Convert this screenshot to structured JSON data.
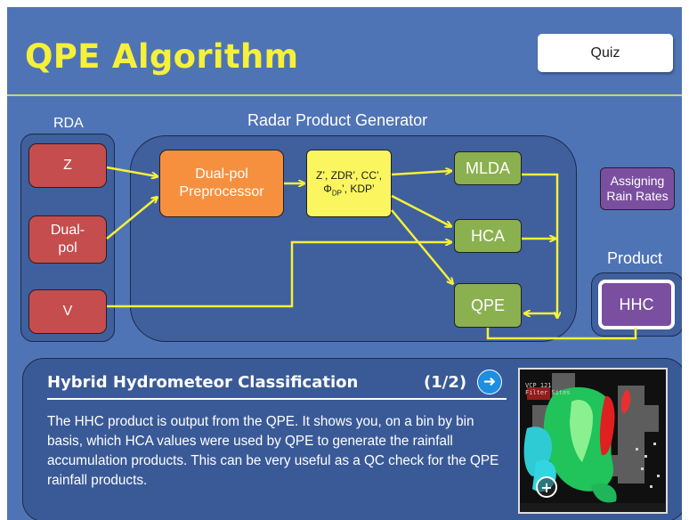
{
  "header": {
    "title": "QPE Algorithm",
    "quiz_label": "Quiz"
  },
  "diagram": {
    "rda": {
      "label": "RDA",
      "inputs": [
        "Z",
        "Dual-\npol",
        "V"
      ]
    },
    "rpg": {
      "label": "Radar Product Generator",
      "preprocessor": "Dual-pol\nPreprocessor",
      "variables_line1": "Z’, ZDR’, CC’,",
      "variables_line2_phi": "Φ",
      "variables_line2_sub": "DP",
      "variables_line2_rest": "’, KDP’",
      "algorithms": [
        "MLDA",
        "HCA",
        "QPE"
      ]
    },
    "assigning": "Assigning\nRain Rates",
    "product": {
      "label": "Product",
      "name": "HHC"
    }
  },
  "info": {
    "title": "Hybrid Hydrometeor Classification",
    "page": "(1/2)",
    "next_icon": "arrow-right-icon",
    "body": "The HHC product is output from the QPE. It shows you, on a bin by bin basis, which HCA values were used by QPE to generate the rainfall accumulation products. This can be very useful as a QC check for the QPE rainfall products.",
    "thumb_text_1": "VCP 121",
    "thumb_text_2": "Filter Sites",
    "zoom_icon": "zoom-in-icon"
  },
  "colors": {
    "background": "#4f74b6",
    "title": "#f5f03a",
    "arrows": "#f5f03a",
    "red": "#c64d4d",
    "orange": "#f7903e",
    "yellow": "#fbf55f",
    "green": "#8bb04f",
    "purple": "#7b4fa0"
  }
}
